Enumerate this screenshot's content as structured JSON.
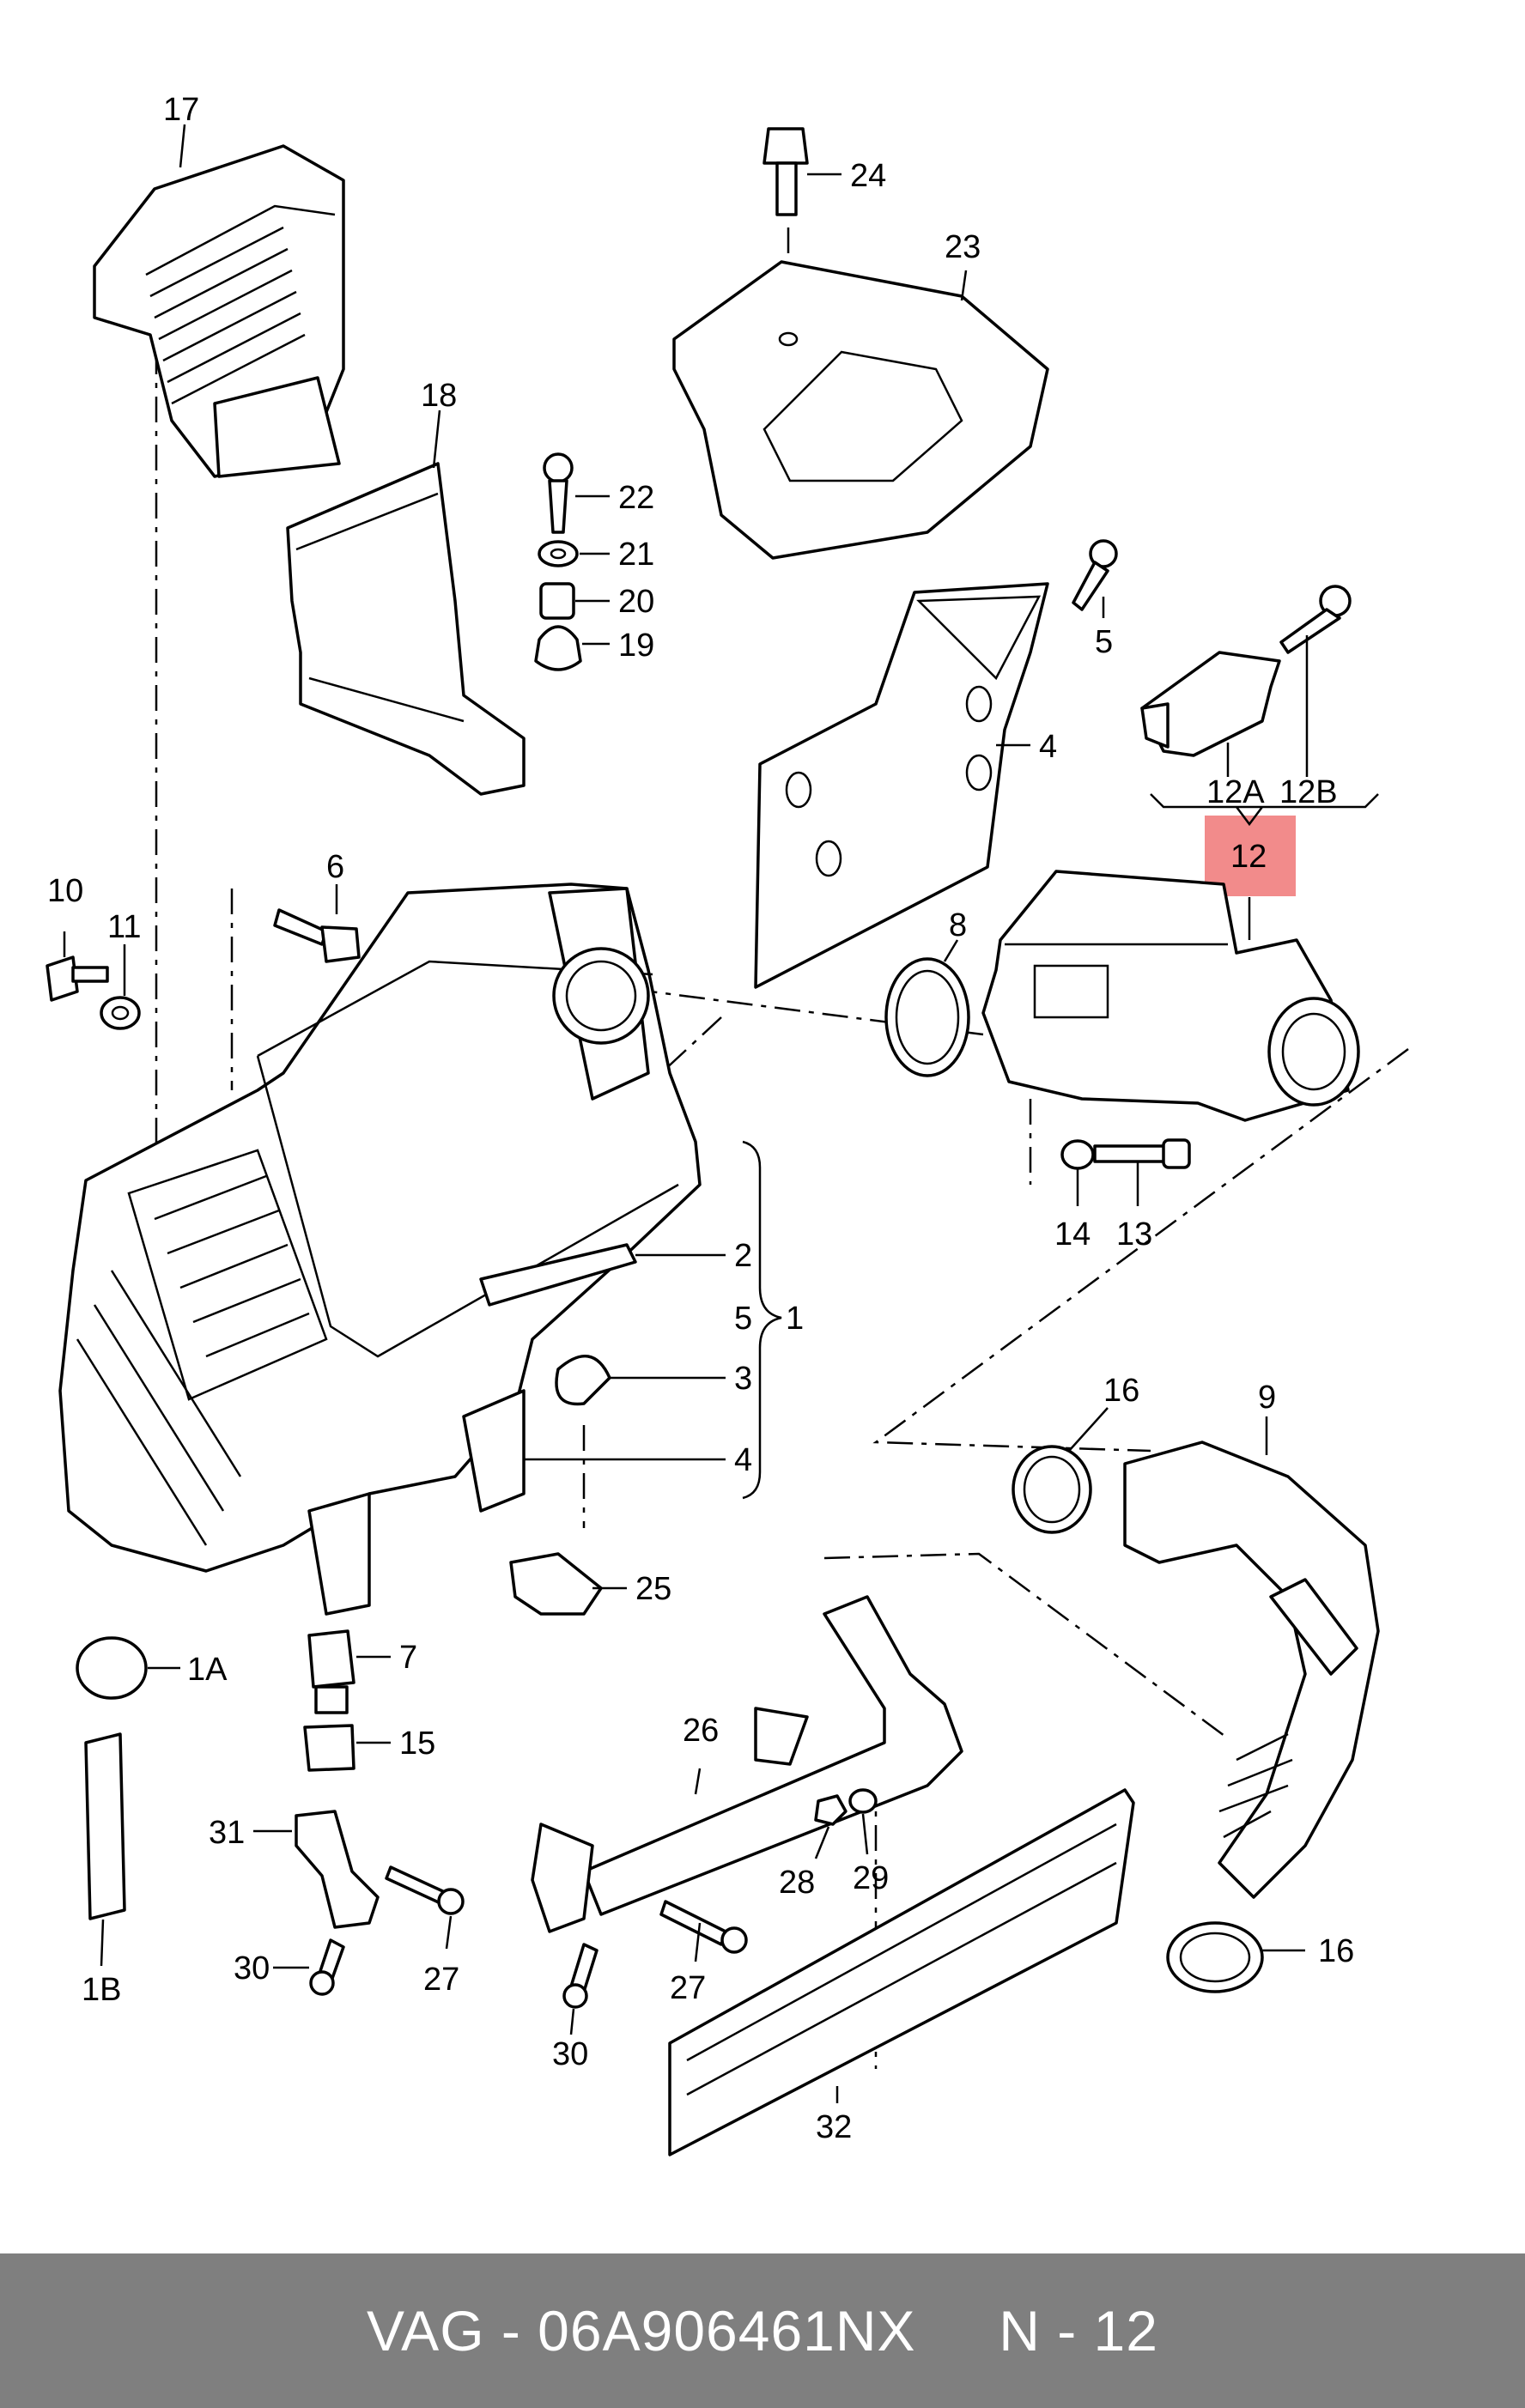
{
  "diagram": {
    "highlight_color": "#f28b8b",
    "highlighted_label": "12",
    "labels": {
      "l17": "17",
      "l24": "24",
      "l23": "23",
      "l18": "18",
      "l22": "22",
      "l21": "21",
      "l20": "20",
      "l19": "19",
      "l5a": "5",
      "l4a": "4",
      "l12A": "12A",
      "l12B": "12B",
      "l12": "12",
      "l10": "10",
      "l11": "11",
      "l6": "6",
      "l8": "8",
      "l14": "14",
      "l13": "13",
      "l2": "2",
      "l5b": "5",
      "l1": "1",
      "l3": "3",
      "l4b": "4",
      "l16a": "16",
      "l9": "9",
      "l25": "25",
      "l1A": "1A",
      "l7": "7",
      "l15": "15",
      "l26": "26",
      "l31": "31",
      "l27a": "27",
      "l30a": "30",
      "l28": "28",
      "l29": "29",
      "l27b": "27",
      "l30b": "30",
      "l16b": "16",
      "l1B": "1B",
      "l32": "32"
    }
  },
  "footer": {
    "text": "VAG - 06A906461NX     N - 12",
    "background": "#7f7f7f"
  }
}
